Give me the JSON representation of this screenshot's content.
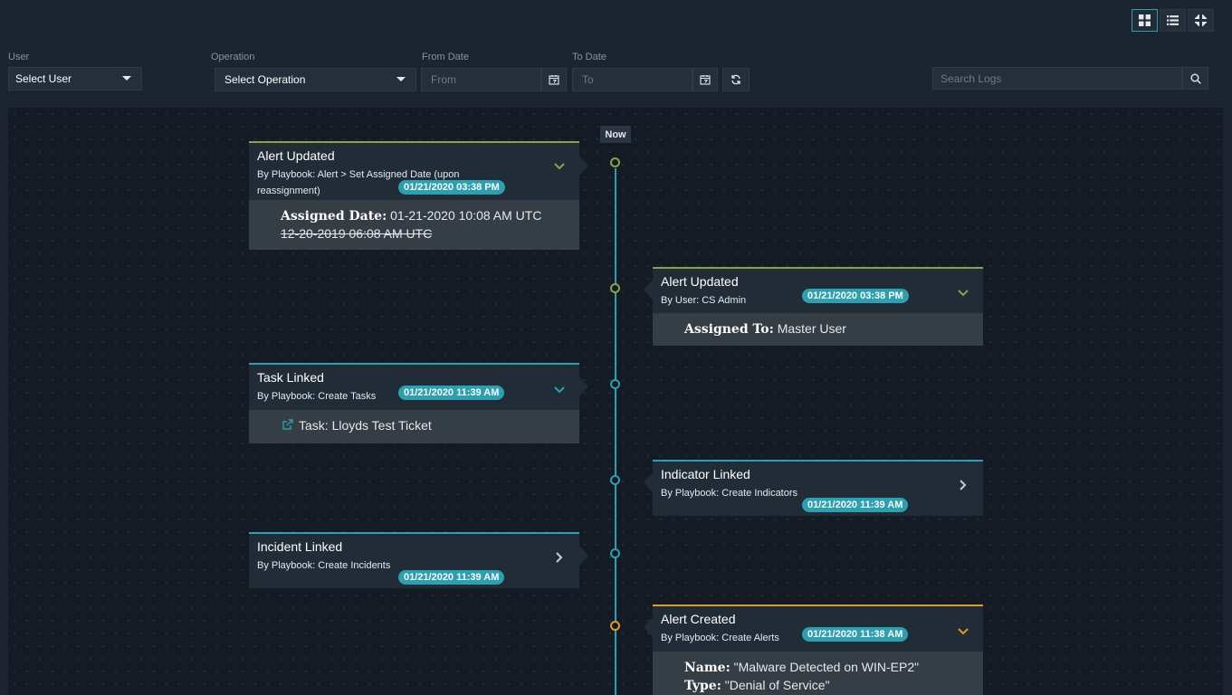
{
  "colors": {
    "accent": "#2aa0b0",
    "updated": "#8aa24a",
    "created": "#e09a2b"
  },
  "view_toggle": {
    "icons": [
      "grid-icon",
      "list-icon",
      "collapse-icon"
    ]
  },
  "filters": {
    "user": {
      "label": "User",
      "value": "Select User"
    },
    "operation": {
      "label": "Operation",
      "value": "Select Operation"
    },
    "from_date": {
      "label": "From Date",
      "placeholder": "From"
    },
    "to_date": {
      "label": "To Date",
      "placeholder": "To"
    },
    "search": {
      "placeholder": "Search Logs"
    }
  },
  "timeline": {
    "now_label": "Now",
    "events": [
      {
        "title": "Alert Updated",
        "by_line1": "By Playbook: Alert > Set Assigned Date (upon",
        "by_line2": "reassignment)",
        "timestamp": "01/21/2020 03:38 PM",
        "state": "expanded",
        "detail_label": "Assigned Date:",
        "detail_value": "01-21-2020 10:08 AM UTC",
        "detail_old": "12-20-2019 06:08 AM UTC"
      },
      {
        "title": "Alert Updated",
        "by": "By User: CS Admin",
        "timestamp": "01/21/2020 03:38 PM",
        "state": "expanded",
        "detail_label": "Assigned To:",
        "detail_value": "Master User"
      },
      {
        "title": "Task Linked",
        "by": "By Playbook: Create Tasks",
        "timestamp": "01/21/2020 11:39 AM",
        "state": "expanded",
        "detail_link": "Task: Lloyds Test Ticket"
      },
      {
        "title": "Indicator Linked",
        "by": "By Playbook: Create Indicators",
        "timestamp": "01/21/2020 11:39 AM",
        "state": "collapsed"
      },
      {
        "title": "Incident Linked",
        "by": "By Playbook: Create Incidents",
        "timestamp": "01/21/2020 11:39 AM",
        "state": "collapsed"
      },
      {
        "title": "Alert Created",
        "by": "By Playbook: Create Alerts",
        "timestamp": "01/21/2020 11:38 AM",
        "state": "expanded",
        "name_label": "Name:",
        "name_value": "\"Malware Detected on WIN-EP2\"",
        "type_label": "Type:",
        "type_value": "\"Denial of Service\""
      }
    ]
  }
}
